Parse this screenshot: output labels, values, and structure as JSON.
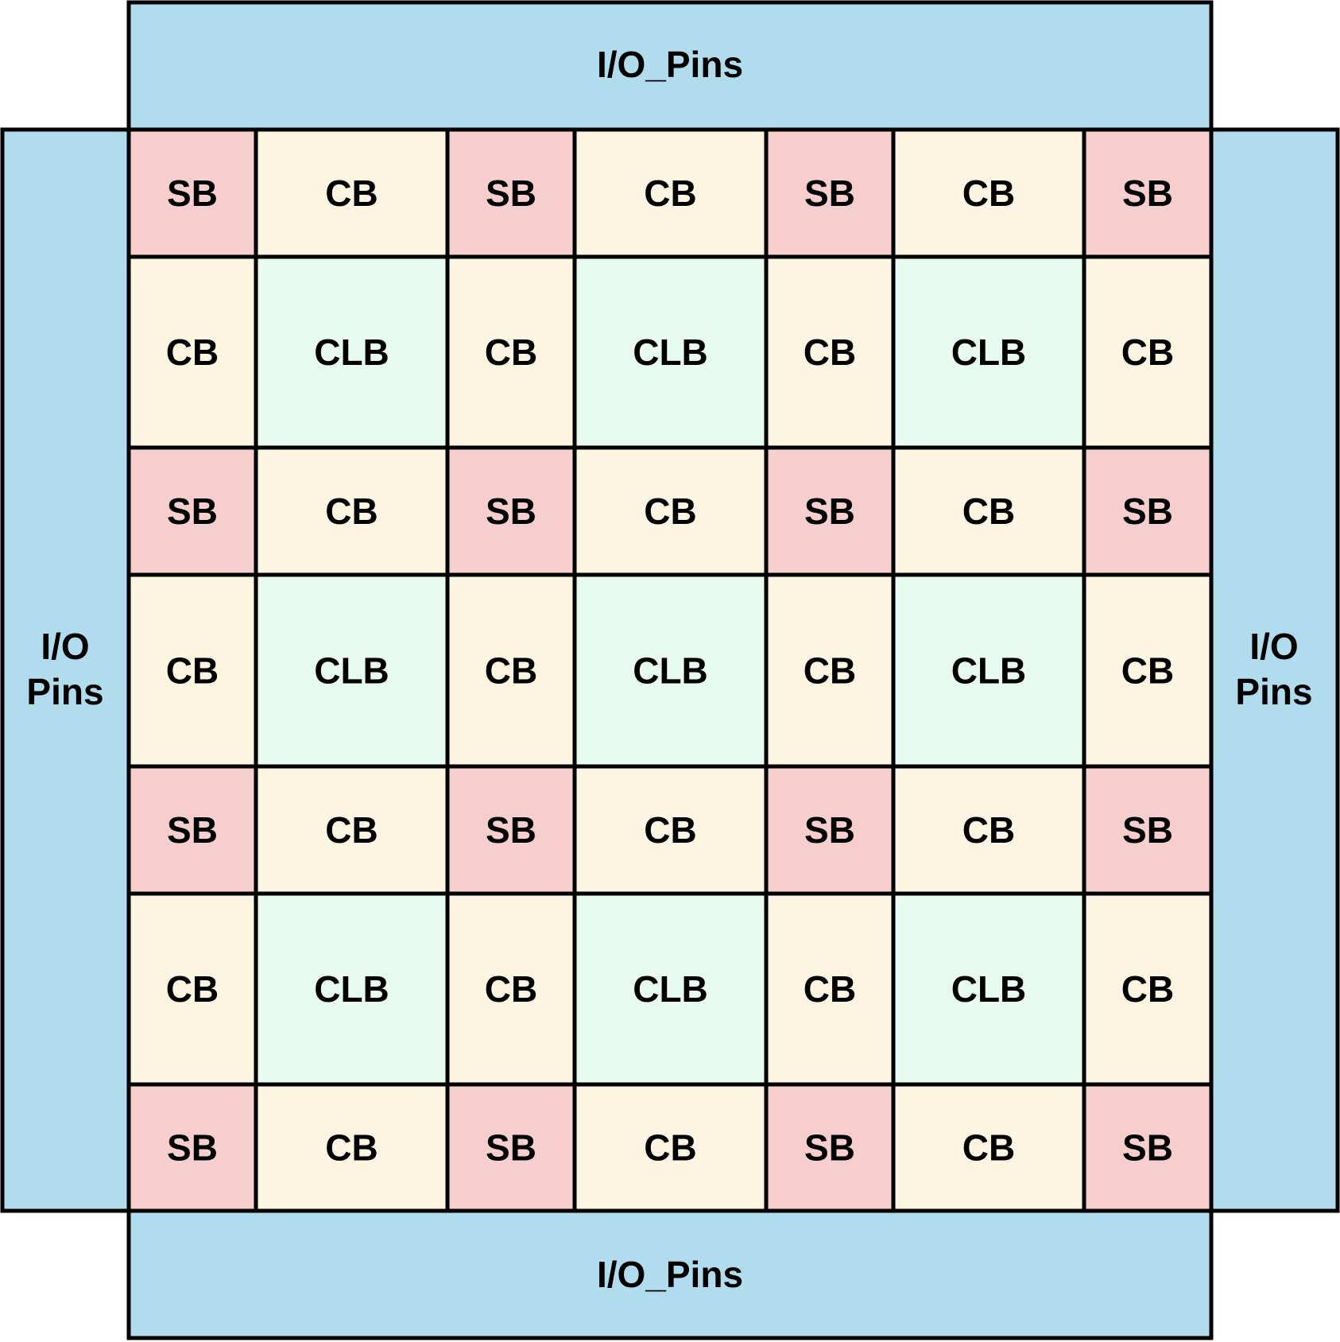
{
  "colors": {
    "io": "#b0dcee",
    "sb": "#f6cece",
    "cb": "#fdf5e1",
    "clb": "#e7fbf0",
    "border": "#000000",
    "text": "#000000"
  },
  "io": {
    "top_label": "I/O_Pins",
    "bottom_label": "I/O_Pins",
    "left_line1": "I/O",
    "left_line2": "Pins",
    "right_line1": "I/O",
    "right_line2": "Pins"
  },
  "grid": {
    "rows": [
      [
        "SB",
        "CB",
        "SB",
        "CB",
        "SB",
        "CB",
        "SB"
      ],
      [
        "CB",
        "CLB",
        "CB",
        "CLB",
        "CB",
        "CLB",
        "CB"
      ],
      [
        "SB",
        "CB",
        "SB",
        "CB",
        "SB",
        "CB",
        "SB"
      ],
      [
        "CB",
        "CLB",
        "CB",
        "CLB",
        "CB",
        "CLB",
        "CB"
      ],
      [
        "SB",
        "CB",
        "SB",
        "CB",
        "SB",
        "CB",
        "SB"
      ],
      [
        "CB",
        "CLB",
        "CB",
        "CLB",
        "CB",
        "CLB",
        "CB"
      ],
      [
        "SB",
        "CB",
        "SB",
        "CB",
        "SB",
        "CB",
        "SB"
      ]
    ]
  }
}
